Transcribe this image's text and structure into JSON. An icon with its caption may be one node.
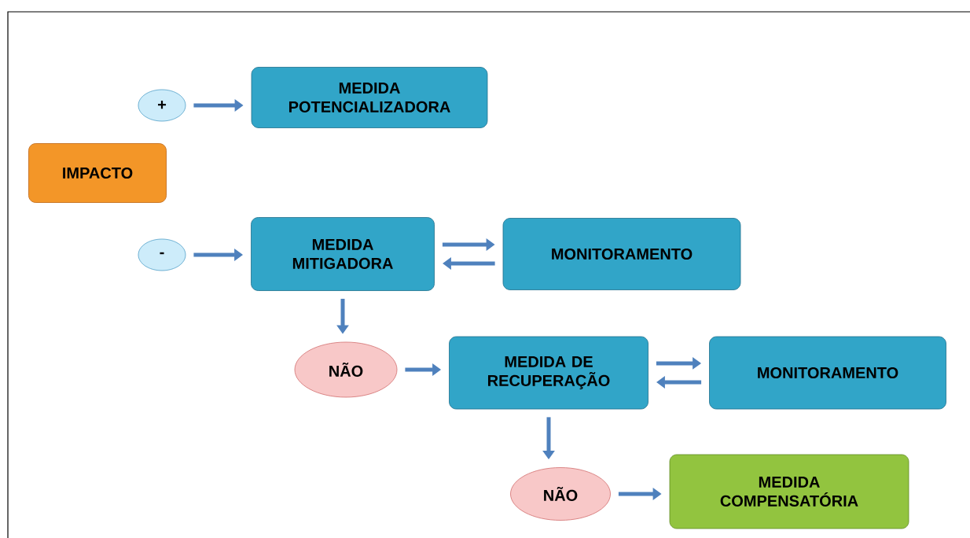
{
  "diagram": {
    "nodes": [
      {
        "text": [
          "IMPACTO"
        ]
      },
      {
        "text": [
          "+"
        ]
      },
      {
        "text": [
          "MEDIDA POTENCIALIZADORA"
        ]
      },
      {
        "text": [
          "-"
        ]
      },
      {
        "text": [
          "MEDIDA MITIGADORA"
        ]
      },
      {
        "text": [
          "MONITORAMENTO"
        ]
      },
      {
        "text": [
          "NÃO"
        ]
      },
      {
        "text": [
          "MEDIDA DE RECUPERAÇÃO"
        ]
      },
      {
        "text": [
          "MONITORAMENTO"
        ]
      },
      {
        "text": [
          "NÃO"
        ]
      },
      {
        "text": [
          "MEDIDA COMPENSATÓRIA"
        ]
      }
    ],
    "edges": [
      {
        "from": 1,
        "to": 2,
        "arrow": "to"
      },
      {
        "from": 3,
        "to": 4,
        "arrow": "to"
      },
      {
        "from": 4,
        "to": 5,
        "arrow": "to"
      },
      {
        "from": 5,
        "to": 4,
        "arrow": "to"
      },
      {
        "from": 4,
        "to": 6,
        "arrow": "to"
      },
      {
        "from": 6,
        "to": 7,
        "arrow": "to"
      },
      {
        "from": 7,
        "to": 8,
        "arrow": "to"
      },
      {
        "from": 8,
        "to": 7,
        "arrow": "to"
      },
      {
        "from": 7,
        "to": 9,
        "arrow": "to"
      },
      {
        "from": 9,
        "to": 10,
        "arrow": "to"
      }
    ]
  }
}
